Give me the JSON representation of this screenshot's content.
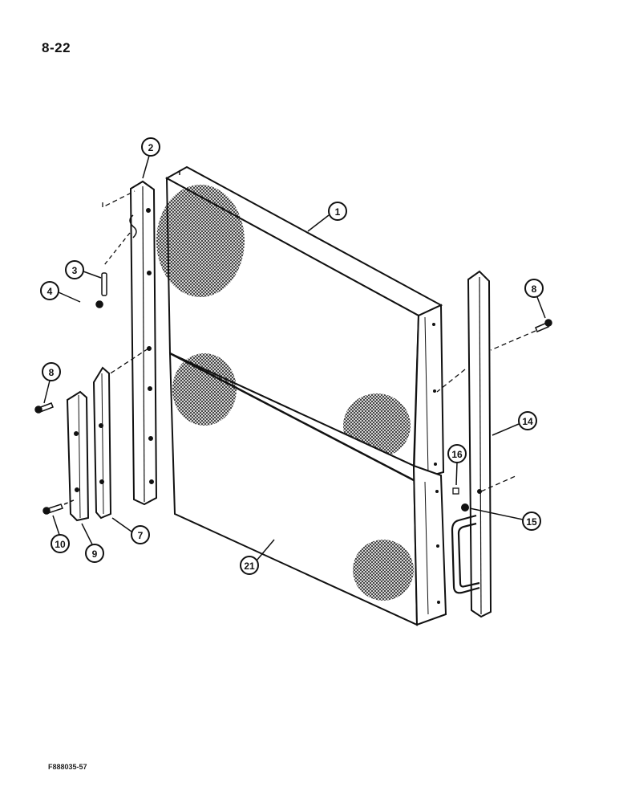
{
  "page_number": "8-22",
  "figure_code": "F888035-57",
  "callouts": {
    "c1": "1",
    "c2": "2",
    "c3": "3",
    "c4": "4",
    "c7": "7",
    "c8a": "8",
    "c8b": "8",
    "c9": "9",
    "c10": "10",
    "c14": "14",
    "c15": "15",
    "c16": "16",
    "c21": "21"
  }
}
